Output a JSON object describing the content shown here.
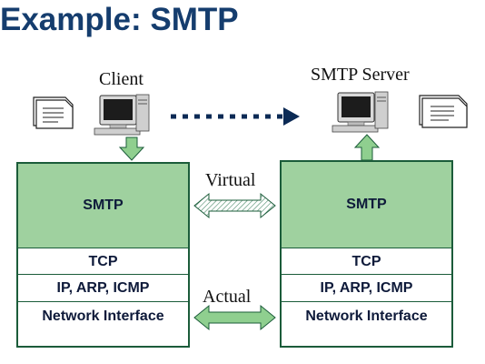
{
  "title": "Example: SMTP",
  "client_label": "Client",
  "server_label": "SMTP Server",
  "virtual_label": "Virtual",
  "actual_label": "Actual",
  "left_stack": [
    "SMTP",
    "TCP",
    "IP, ARP, ICMP",
    "Network Interface"
  ],
  "right_stack": [
    "SMTP",
    "TCP",
    "IP, ARP, ICMP",
    "Network Interface"
  ],
  "colors": {
    "title": "#153d6e",
    "smtp_layer": "#9fd19f",
    "stack_border": "#1b5c3a",
    "dotted_arrow": "#0b2a55"
  }
}
